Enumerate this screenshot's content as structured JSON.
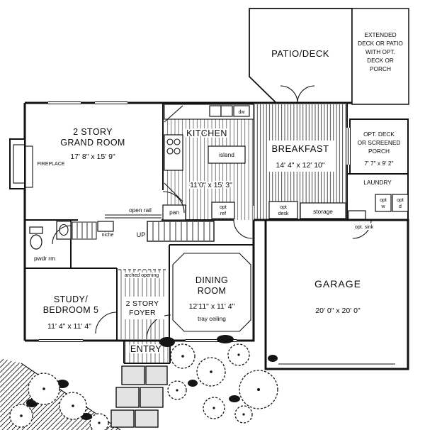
{
  "plan": {
    "patio": {
      "label": "PATIO/DECK"
    },
    "extended": {
      "l1": "EXTENDED",
      "l2": "DECK OR PATIO",
      "l3": "WITH OPT.",
      "l4": "DECK OR",
      "l5": "PORCH"
    },
    "grand": {
      "l1": "2 STORY",
      "l2": "GRAND ROOM",
      "dims": "17' 8\" x 15' 9\""
    },
    "fireplace": {
      "label": "FIREPLACE"
    },
    "kitchen": {
      "label": "KITCHEN",
      "dims": "11'0\" x 15' 3\"",
      "island": "island",
      "dw": "dw",
      "pan": "pan",
      "ref1": "opt",
      "ref2": "ref"
    },
    "breakfast": {
      "label": "BREAKFAST",
      "dims": "14' 4\" x 12' 10\""
    },
    "porch": {
      "l1": "OPT. DECK",
      "l2": "OR SCREENED",
      "l3": "PORCH",
      "dims": "7' 7\" x 9' 2\""
    },
    "laundry": {
      "label": "LAUNDRY",
      "w1": "opt",
      "w2": "w",
      "d1": "opt",
      "d2": "d",
      "sink": "opt. sink"
    },
    "hall": {
      "rail": "open rail",
      "up": "UP",
      "niche": "niche",
      "desk1": "opt",
      "desk2": "desk",
      "storage": "storage"
    },
    "pwdr": {
      "label": "pwdr rm"
    },
    "study": {
      "l1": "STUDY/",
      "l2": "BEDROOM 5",
      "dims": "11' 4\" x 11' 4\""
    },
    "foyer": {
      "l1": "2 STORY",
      "l2": "FOYER",
      "arched": "arched opening"
    },
    "dining": {
      "l1": "DINING",
      "l2": "ROOM",
      "dims": "12'11\" x 11' 4\"",
      "note": "tray ceiling"
    },
    "garage": {
      "label": "GARAGE",
      "dims": "20' 0\" x 20' 0\""
    },
    "entry": {
      "label": "ENTRY"
    }
  },
  "colors": {
    "ink": "#111111",
    "paper": "#ffffff",
    "paver": "#e3e3e3"
  }
}
